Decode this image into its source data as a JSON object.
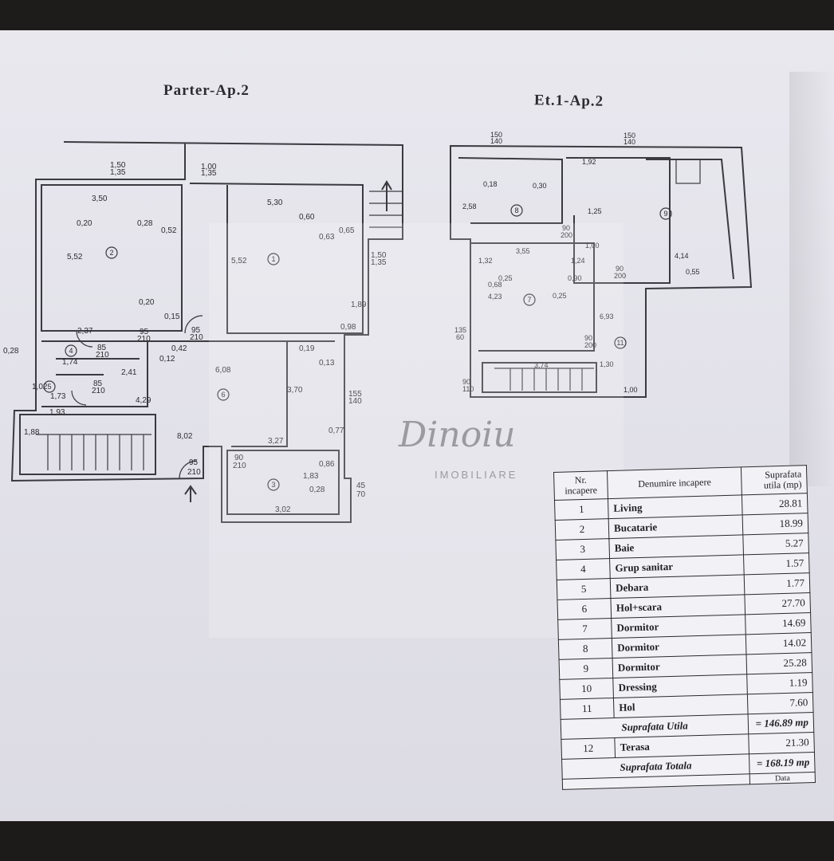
{
  "titles": {
    "ground": "Parter-Ap.2",
    "first": "Et.1-Ap.2"
  },
  "watermark": {
    "logo": "Dinoiu",
    "subtitle": "IMOBILIARE"
  },
  "ground_labels": [
    "1,50",
    "1,35",
    "1,00",
    "1,35",
    "3,50",
    "5,30",
    "0,20",
    "0,28",
    "0,52",
    "0,60",
    "0,63",
    "0,65",
    "5,52",
    "5,52",
    "1,50",
    "1,35",
    "0,20",
    "0,15",
    "1,89",
    "2,37",
    "95",
    "210",
    "95",
    "210",
    "0,98",
    "0,42",
    "0,28",
    "0,19",
    "1,74",
    "85",
    "210",
    "0,13",
    "6,08",
    "2,41",
    "4,29",
    "1,02",
    "85",
    "210",
    "1,73",
    "3,70",
    "155",
    "140",
    "1,93",
    "1,88",
    "8,02",
    "3,27",
    "0,77",
    "90",
    "210",
    "95",
    "210",
    "1,83",
    "0,86",
    "0,28",
    "45",
    "70",
    "3,02",
    "0,12"
  ],
  "room_circles": [
    "1",
    "2",
    "3",
    "4",
    "5",
    "6"
  ],
  "first_labels": [
    "150",
    "140",
    "150",
    "140",
    "1,92",
    "0,30",
    "0,18",
    "2,58",
    "90",
    "200",
    "1,25",
    "1,00",
    "3,55",
    "0,90",
    "1,24",
    "0,25",
    "0,25",
    "90",
    "200",
    "4,14",
    "0,55",
    "135",
    "60",
    "4,23",
    "6,93",
    "90",
    "200",
    "3,74",
    "1,30",
    "1,00",
    "90",
    "110",
    "1,32",
    "0,68"
  ],
  "first_circles": [
    "8",
    "7",
    "9",
    "11"
  ],
  "table": {
    "headers": {
      "nr": "Nr. incapere",
      "name": "Denumire incapere",
      "area": "Suprafata utila (mp)"
    },
    "rows": [
      {
        "nr": "1",
        "name": "Living",
        "area": "28.81"
      },
      {
        "nr": "2",
        "name": "Bucatarie",
        "area": "18.99"
      },
      {
        "nr": "3",
        "name": "Baie",
        "area": "5.27"
      },
      {
        "nr": "4",
        "name": "Grup sanitar",
        "area": "1.57"
      },
      {
        "nr": "5",
        "name": "Debara",
        "area": "1.77"
      },
      {
        "nr": "6",
        "name": "Hol+scara",
        "area": "27.70"
      },
      {
        "nr": "7",
        "name": "Dormitor",
        "area": "14.69"
      },
      {
        "nr": "8",
        "name": "Dormitor",
        "area": "14.02"
      },
      {
        "nr": "9",
        "name": "Dormitor",
        "area": "25.28"
      },
      {
        "nr": "10",
        "name": "Dressing",
        "area": "1.19"
      },
      {
        "nr": "11",
        "name": "Hol",
        "area": "7.60"
      }
    ],
    "useful_label": "Suprafata Utila",
    "useful_value": "= 146.89 mp",
    "terrace": {
      "nr": "12",
      "name": "Terasa",
      "area": "21.30"
    },
    "total_label": "Suprafata Totala",
    "total_value": "= 168.19 mp",
    "footer": "Data"
  }
}
